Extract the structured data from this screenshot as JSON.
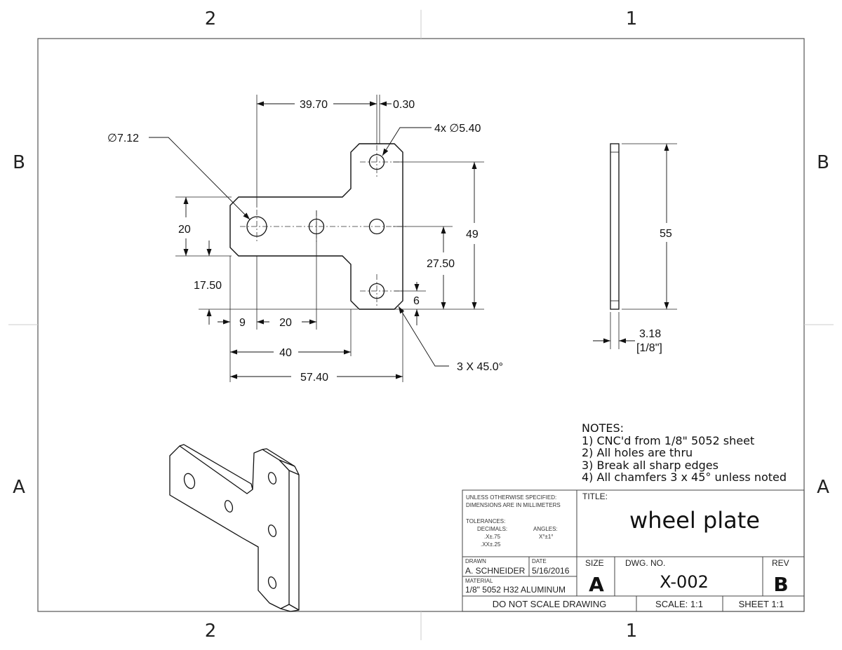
{
  "zones": {
    "col_left": "2",
    "col_right": "1",
    "row_upper": "B",
    "row_lower": "A"
  },
  "dimensions": {
    "d1": "39.70",
    "d2": "0.30",
    "d3": "∅7.12",
    "d4": "4x ∅5.40",
    "d5": "20",
    "d6": "49",
    "d7": "27.50",
    "d8": "17.50",
    "d9": "6",
    "d10": "9",
    "d11": "20",
    "d12": "40",
    "d13": "57.40",
    "d14": "3 X 45.0°",
    "d15": "55",
    "d16": "3.18",
    "d17": "[1/8\"]"
  },
  "notes": {
    "heading": "NOTES:",
    "items": [
      "1) CNC'd  from 1/8\" 5052 sheet",
      "2) All holes are thru",
      "3) Break all sharp edges",
      "4) All chamfers 3 x 45° unless noted"
    ]
  },
  "title_block": {
    "spec_line1": "UNLESS OTHERWISE SPECIFIED:",
    "spec_line2": "DIMENSIONS ARE IN MILLIMETERS",
    "tolerances": "TOLERANCES:",
    "decimals": "DECIMALS:",
    "dec1": ".X±.75",
    "dec2": ".XX±.25",
    "angles": "ANGLES:",
    "angles_val": "X°±1°",
    "title_label": "TITLE:",
    "title": "wheel plate",
    "drawn_label": "DRAWN",
    "drawn_by": "A. SCHNEIDER",
    "date_label": "DATE",
    "date": "5/16/2016",
    "material_label": "MATERIAL",
    "material": "1/8\" 5052 H32 ALUMINUM",
    "size_label": "SIZE",
    "size": "A",
    "dwg_no_label": "DWG.  NO.",
    "dwg_no": "X-002",
    "rev_label": "REV",
    "rev": "B",
    "no_scale": "DO NOT SCALE DRAWING",
    "scale": "SCALE: 1:1",
    "sheet": "SHEET 1:1"
  }
}
